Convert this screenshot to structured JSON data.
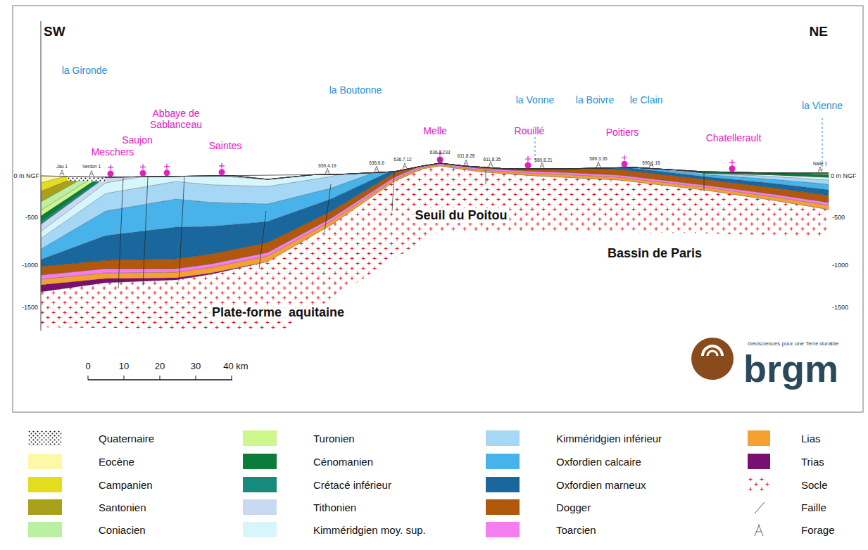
{
  "diagram": {
    "labels": [
      "SW",
      "NE",
      "la Gironde",
      "Meschers",
      "Saujon",
      "Abbaye de Sablanceau",
      "Saintes",
      "la Boutonne",
      "Melle",
      "la Vonne",
      "Rouillé",
      "la Boivre",
      "le Clain",
      "Poitiers",
      "Chatellerault",
      "la Vienne",
      "Jau 1",
      "Verdon 1",
      "659.4.19",
      "636.6.6",
      "636.7.12",
      "636.3.233",
      "611.8.28",
      "611.8.35",
      "589.8.21",
      "589.3.35",
      "590.1.18",
      "Naile 1",
      "0 m NGF",
      "-500",
      "-1000",
      "-1500",
      "0 m NGF",
      "-500",
      "-1000",
      "-1500",
      "Seuil du Poitou",
      "Bassin de Paris",
      "Plate-forme  aquitaine",
      "0",
      "10",
      "20",
      "30",
      "40 km",
      "Géosciences pour une Terre durable",
      "brgm"
    ],
    "legend": [
      {
        "text": "Quaternaire"
      },
      {
        "text": "Eocène",
        "color": "#fdf7a8"
      },
      {
        "text": "Campanien",
        "color": "#e4dc1e"
      },
      {
        "text": "Santonien",
        "color": "#a9a01c"
      },
      {
        "text": "Coniacien",
        "color": "#b9f0a2"
      },
      {
        "text": "Turonien",
        "color": "#cdf68c"
      },
      {
        "text": "Cénomanien",
        "color": "#0b7d3b"
      },
      {
        "text": "Crétacé inférieur",
        "color": "#168a7c"
      },
      {
        "text": "Tithonien",
        "color": "#c9d9f2"
      },
      {
        "text": "Kimméridgien moy. sup.",
        "color": "#d6f6fb"
      },
      {
        "text": "Kimméridgien inférieur",
        "color": "#a6d8f6"
      },
      {
        "text": "Oxfordien calcaire",
        "color": "#48b2ea"
      },
      {
        "text": "Oxfordien marneux",
        "color": "#1a679e"
      },
      {
        "text": "Dogger",
        "color": "#b0580c"
      },
      {
        "text": "Toarcien",
        "color": "#f47df0"
      },
      {
        "text": "Lias",
        "color": "#f6a032"
      },
      {
        "text": "Trias",
        "color": "#7a0f72"
      },
      {
        "text": "Socle"
      },
      {
        "text": "Faille"
      },
      {
        "text": "Forage"
      }
    ]
  }
}
